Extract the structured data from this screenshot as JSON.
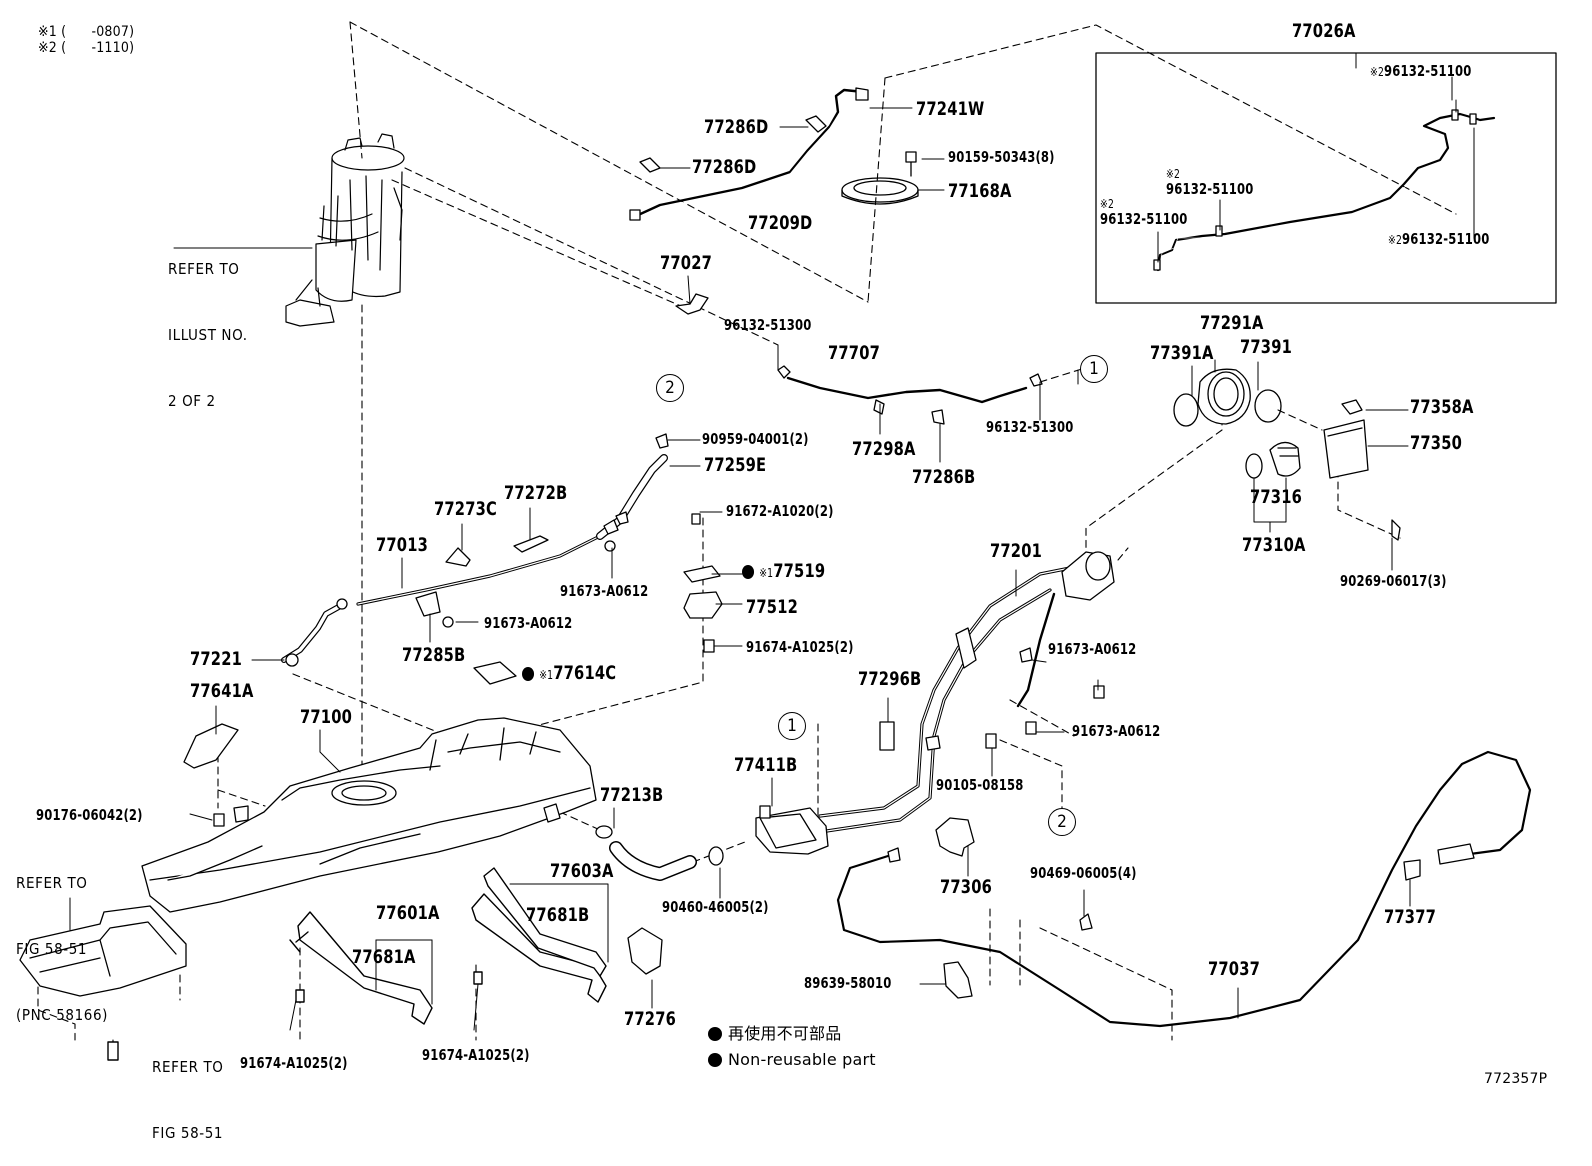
{
  "diagram_code": "772357P",
  "notes": [
    "※1 (      -0807)",
    "※2 (      -1110)"
  ],
  "refs": {
    "illust": [
      "REFER TO",
      "ILLUST NO.",
      "2 OF 2"
    ],
    "fig_pnc": [
      "REFER TO",
      "FIG 58-51",
      "(PNC 58166)"
    ],
    "fig": [
      "REFER TO",
      "FIG 58-51"
    ]
  },
  "legend": {
    "jp": "再使用不可部品",
    "en": "Non-reusable part"
  },
  "circle_refs": {
    "one": "1",
    "two": "2"
  },
  "markers": {
    "m1": "※1",
    "m2": "※2"
  },
  "parts": {
    "p77026A": "77026A",
    "p96132_51100": "96132-51100",
    "p77286D": "77286D",
    "p77241W": "77241W",
    "p90159": "90159-50343(8)",
    "p77168A": "77168A",
    "p77209D": "77209D",
    "p77027": "77027",
    "p96132_51300": "96132-51300",
    "p77707": "77707",
    "p77298A": "77298A",
    "p77286B": "77286B",
    "p77291A": "77291A",
    "p77391A": "77391A",
    "p77391": "77391",
    "p77358A": "77358A",
    "p77350": "77350",
    "p77316": "77316",
    "p77310A": "77310A",
    "p90269": "90269-06017(3)",
    "p90959": "90959-04001(2)",
    "p77259E": "77259E",
    "p77273C": "77273C",
    "p77272B": "77272B",
    "p77013": "77013",
    "p91672": "91672-A1020(2)",
    "p91673_A0612": "91673-A0612",
    "p77519": "77519",
    "p77512": "77512",
    "p91674_2": "91674-A1025(2)",
    "p77285B": "77285B",
    "p77221": "77221",
    "p77614C": "77614C",
    "p77641A": "77641A",
    "p77100": "77100",
    "p77201": "77201",
    "p77296B": "77296B",
    "p77411B": "77411B",
    "p90105": "90105-08158",
    "p90176": "90176-06042(2)",
    "p77213B": "77213B",
    "p77603A": "77603A",
    "p77601A": "77601A",
    "p77681B": "77681B",
    "p77681A": "77681A",
    "p90460": "90460-46005(2)",
    "p77306": "77306",
    "p90469": "90469-06005(4)",
    "p77377": "77377",
    "p77037": "77037",
    "p89639": "89639-58010",
    "p77276": "77276"
  }
}
